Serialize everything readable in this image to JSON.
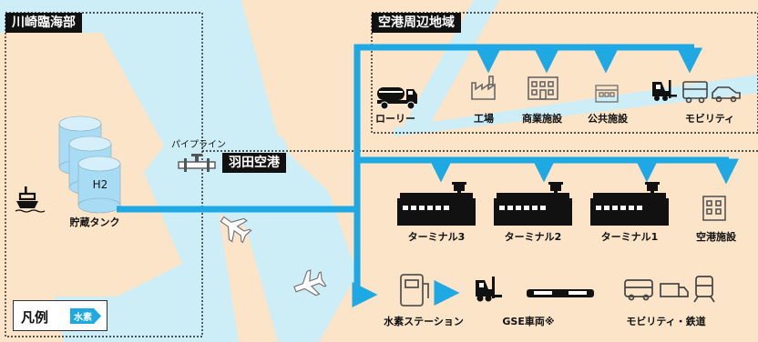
{
  "areas": {
    "kawasaki": "川崎臨海部",
    "airport_surroundings": "空港周辺地域",
    "haneda": "羽田空港"
  },
  "labels": {
    "tank_h2": "H2",
    "storage_tank": "貯蔵タンク",
    "pipeline": "パイプライン",
    "lorry": "ローリー",
    "factory": "工場",
    "commercial": "商業施設",
    "public": "公共施設",
    "mobility": "モビリティ",
    "terminal3": "ターミナル3",
    "terminal2": "ターミナル2",
    "terminal1": "ターミナル1",
    "airport_facility": "空港施設",
    "h2_station": "水素ステーション",
    "gse": "GSE車両※",
    "mobility_rail": "モビリティ・鉄道"
  },
  "legend": {
    "title": "凡例",
    "hydrogen": "水素"
  },
  "colors": {
    "land": "#fbe4c8",
    "water": "#cdeef6",
    "flow": "#1ea8e4",
    "tank": "#a8dcf5",
    "icon_dark": "#111111",
    "icon_gray": "#6a6a6a"
  }
}
